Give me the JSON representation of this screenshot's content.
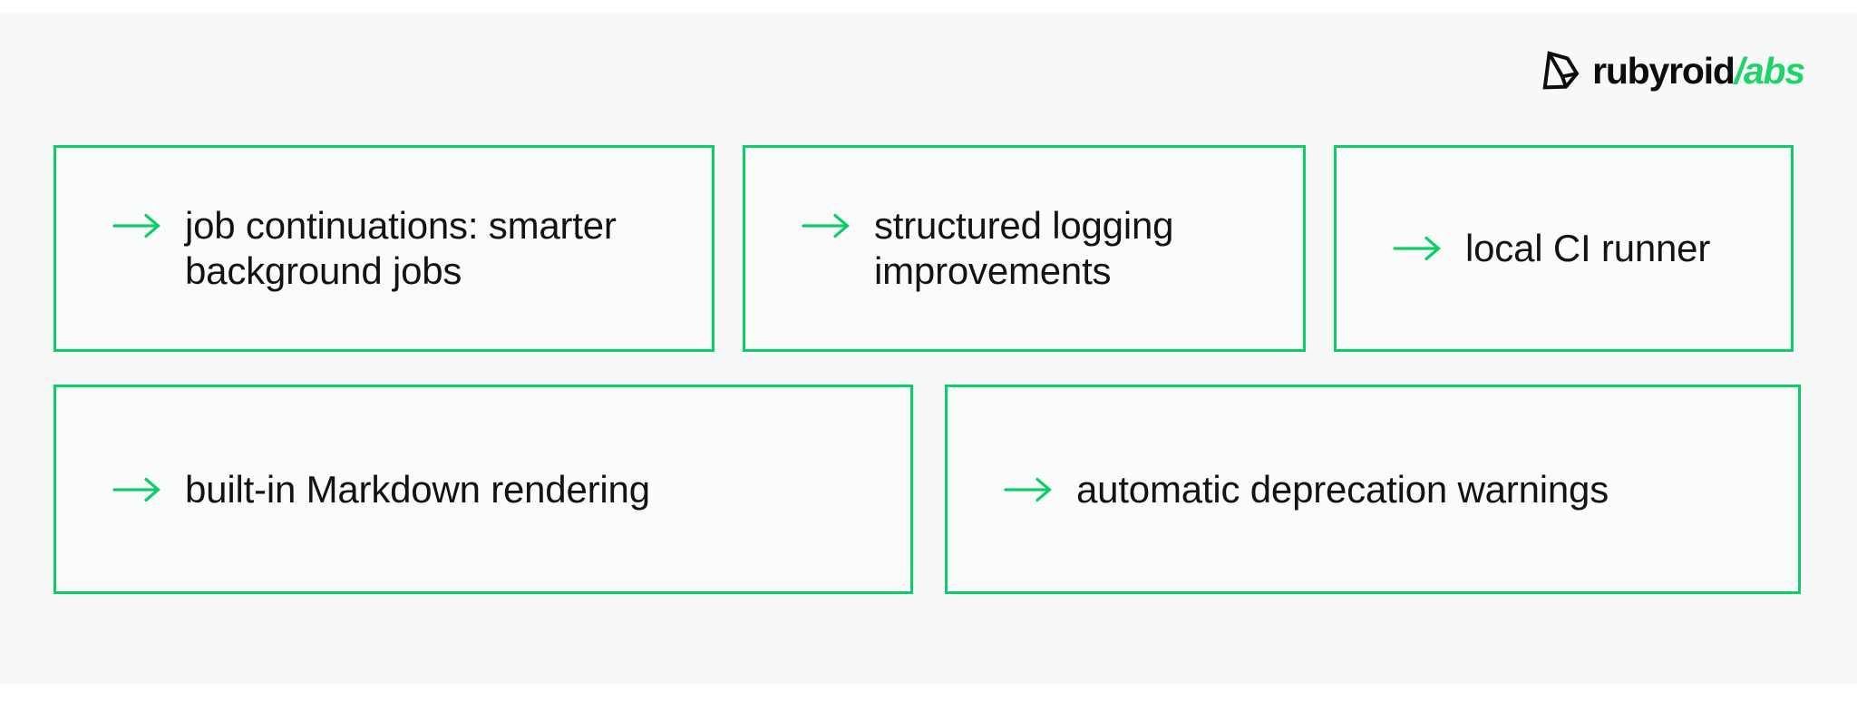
{
  "page": {
    "background_page": "#ffffff",
    "background_panel": "#f7f8f8",
    "accent_green": "#0cce69",
    "text_color": "#131313"
  },
  "logo": {
    "icon": "gem-icon",
    "text_primary": "rubyroid",
    "text_secondary": "/abs",
    "secondary_color": "#1ed466"
  },
  "cards": [
    {
      "text": "job continuations: smarter\nbackground jobs"
    },
    {
      "text": "structured logging\nimprovements"
    },
    {
      "text": "local CI runner"
    },
    {
      "text": "built-in Markdown rendering"
    },
    {
      "text": "automatic deprecation warnings"
    }
  ]
}
